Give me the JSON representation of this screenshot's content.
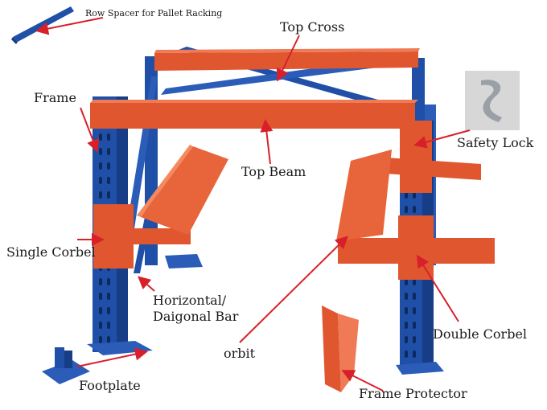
{
  "labels": {
    "row_spacer": "Row Spacer for Pallet Racking",
    "top_cross": "Top Cross",
    "frame": "Frame",
    "safety_lock": "Safety Lock",
    "top_beam": "Top Beam",
    "single_corbel": "Single Corbel",
    "horizontal_bar_line1": "Horizontal/",
    "horizontal_bar_line2": "Daigonal Bar",
    "orbit": "orbit",
    "double_corbel": "Double Corbel",
    "footplate": "Footplate",
    "frame_protector": "Frame Protector"
  },
  "colors": {
    "upright_blue": "#1f4fa6",
    "beam_orange": "#e0572f",
    "arrow_red": "#d8202a"
  }
}
